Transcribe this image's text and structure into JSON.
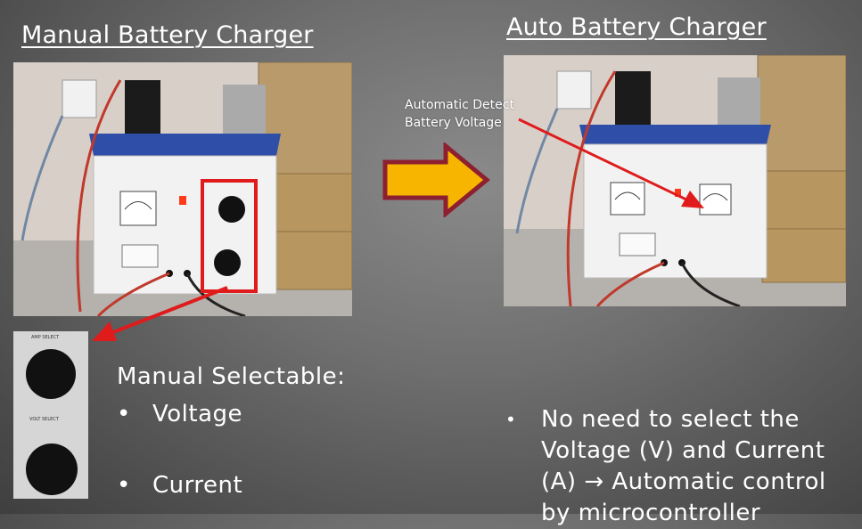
{
  "left": {
    "title": "Manual Battery Charger",
    "heading": "Manual Selectable:",
    "items": [
      "Voltage",
      "Current"
    ],
    "dial_top_label": "AMP SELECT",
    "dial_bottom_label": "VOLT SELECT"
  },
  "right": {
    "title": "Auto Battery Charger",
    "annotation_lines": [
      "Automatic Detect",
      "Battery Voltage"
    ],
    "bullet_lines": [
      "No need to select the",
      "Voltage (V) and Current",
      "(A) → Automatic control",
      "by microcontroller"
    ]
  },
  "colors": {
    "highlight": "#e01b1b",
    "arrow_fill": "#f7b500",
    "arrow_border": "#8c2030",
    "text": "#ffffff"
  },
  "bullet_symbol": "•"
}
